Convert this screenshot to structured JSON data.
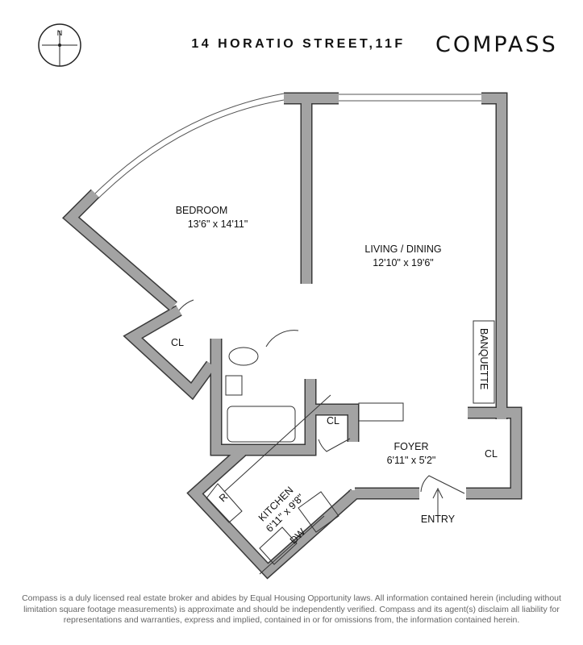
{
  "header": {
    "title": "14 HORATIO STREET,11F",
    "logo": "COMPASS",
    "compass_label": "N"
  },
  "rooms": {
    "bedroom": {
      "name": "BEDROOM",
      "size": "13'6\" x 14'11\""
    },
    "living": {
      "name": "LIVING / DINING",
      "size": "12'10\" x 19'6\""
    },
    "foyer": {
      "name": "FOYER",
      "size": "6'11\" x 5'2\""
    },
    "kitchen": {
      "name": "KITCHEN",
      "size": "6'11\" x 9'8\""
    },
    "closet_bedroom": "CL",
    "closet_hall": "CL",
    "closet_foyer": "CL",
    "banquette": "BANQUETTE",
    "refrigerator": "R",
    "dishwasher": "DW",
    "entry": "ENTRY"
  },
  "footer": {
    "disclaimer": "Compass is a duly licensed real estate broker and abides by Equal Housing Opportunity laws. All information contained herein (including without limitation square footage measurements) is approximate and should be independently verified. Compass and its agent(s) disclaim all liability for representations and warranties, express and implied, contained in or for omissions from, the information contained herein."
  },
  "colors": {
    "wall": "#a3a3a3",
    "outline": "#3a3a3a"
  }
}
